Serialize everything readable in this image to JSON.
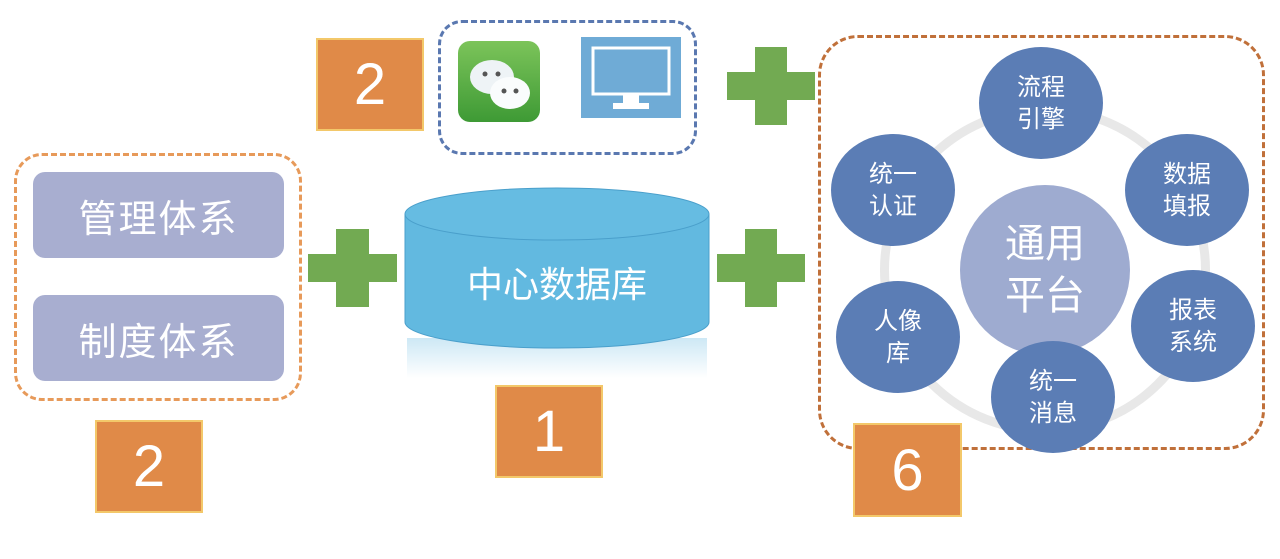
{
  "counts": {
    "channels": "2",
    "systems": "2",
    "database": "1",
    "platform": "6"
  },
  "channels": {
    "icons": [
      "wechat-icon",
      "monitor-icon"
    ]
  },
  "systems": [
    "管理体系",
    "制度体系"
  ],
  "database": {
    "label": "中心数据库"
  },
  "platform": {
    "center": [
      "通用",
      "平台"
    ],
    "modules": [
      [
        "流程",
        "引擎"
      ],
      [
        "数据",
        "填报"
      ],
      [
        "报表",
        "系统"
      ],
      [
        "统一",
        "消息"
      ],
      [
        "人像",
        "库"
      ],
      [
        "统一",
        "认证"
      ]
    ]
  },
  "colors": {
    "orange": "#e08a48",
    "green": "#72aa52",
    "blue": "#5b7db5",
    "cylinder": "#62b9e0"
  }
}
